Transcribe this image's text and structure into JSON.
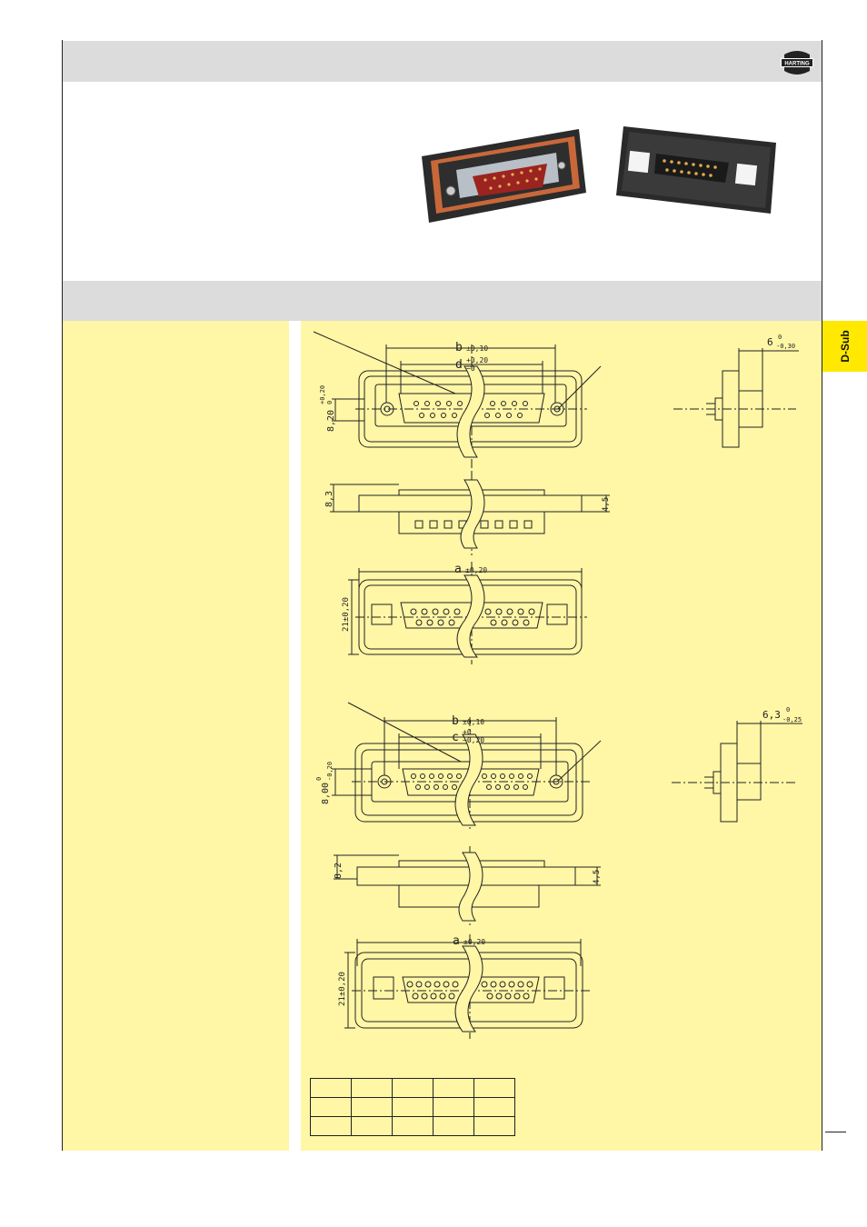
{
  "brand": {
    "logo_text": "HARTING"
  },
  "side_tab": {
    "label": "D-Sub"
  },
  "drawing1": {
    "dim_b": "b",
    "dim_b_tol": "±0,10",
    "dim_d": "d",
    "dim_d_tol_top": "+0,20",
    "dim_d_tol_bot": "−0",
    "dim_h": "8,20",
    "dim_h_tol": "+0,20",
    "dim_h_tol_bot": "0",
    "dim_side": "6",
    "dim_side_tol_top": "0",
    "dim_side_tol_bot": "-0,30",
    "dim_height": "8,3",
    "dim_45": "4,5",
    "dim_a": "a",
    "dim_a_tol": "±0,20",
    "dim_21": "21±0,20"
  },
  "drawing2": {
    "dim_b": "b",
    "dim_b_tol": "±0,10",
    "dim_c": "c",
    "dim_c_tol_top": "+0",
    "dim_c_tol_bot": "−0,20",
    "dim_h": "8,00",
    "dim_h_tol_top": "0",
    "dim_h_tol_bot": "-0,20",
    "dim_side": "6,3",
    "dim_side_tol_top": "0",
    "dim_side_tol_bot": "-0,25",
    "dim_height": "8,2",
    "dim_45": "4,5",
    "dim_a": "a",
    "dim_a_tol": "±0,20",
    "dim_21": "21±0,20"
  },
  "colors": {
    "panel": "#fff6a6",
    "band": "#dcdcdc",
    "tab": "#ffe900"
  }
}
